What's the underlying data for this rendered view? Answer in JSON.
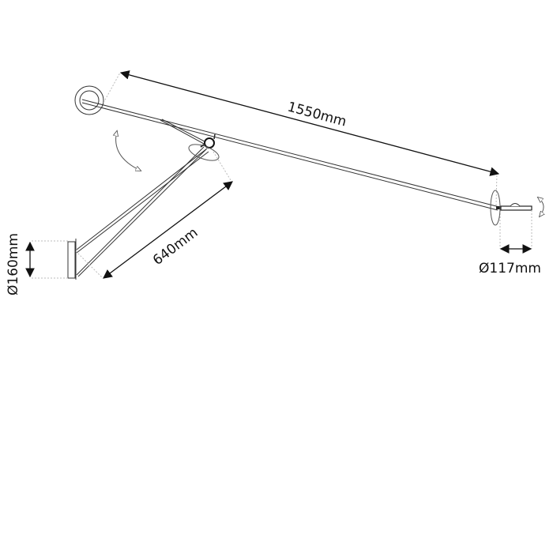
{
  "diagram": {
    "subject": "wall lamp dimension drawing",
    "colors": {
      "line": "#222222",
      "guide": "#bbbbbb",
      "background": "#ffffff"
    },
    "dimensions": {
      "arm_length": {
        "label": "1550mm",
        "value": 1550,
        "unit": "mm"
      },
      "lower_arm_length": {
        "label": "640mm",
        "value": 640,
        "unit": "mm"
      },
      "wall_base_diameter": {
        "label": "Ø160mm",
        "value": 160,
        "unit": "mm"
      },
      "head_diameter": {
        "label": "Ø117mm",
        "value": 117,
        "unit": "mm"
      }
    },
    "rotation_indicators": [
      {
        "name": "lower-arm-pivot-rotation"
      },
      {
        "name": "joint-swivel-rotation"
      },
      {
        "name": "head-axial-rotation"
      },
      {
        "name": "head-tilt-rotation"
      }
    ]
  }
}
